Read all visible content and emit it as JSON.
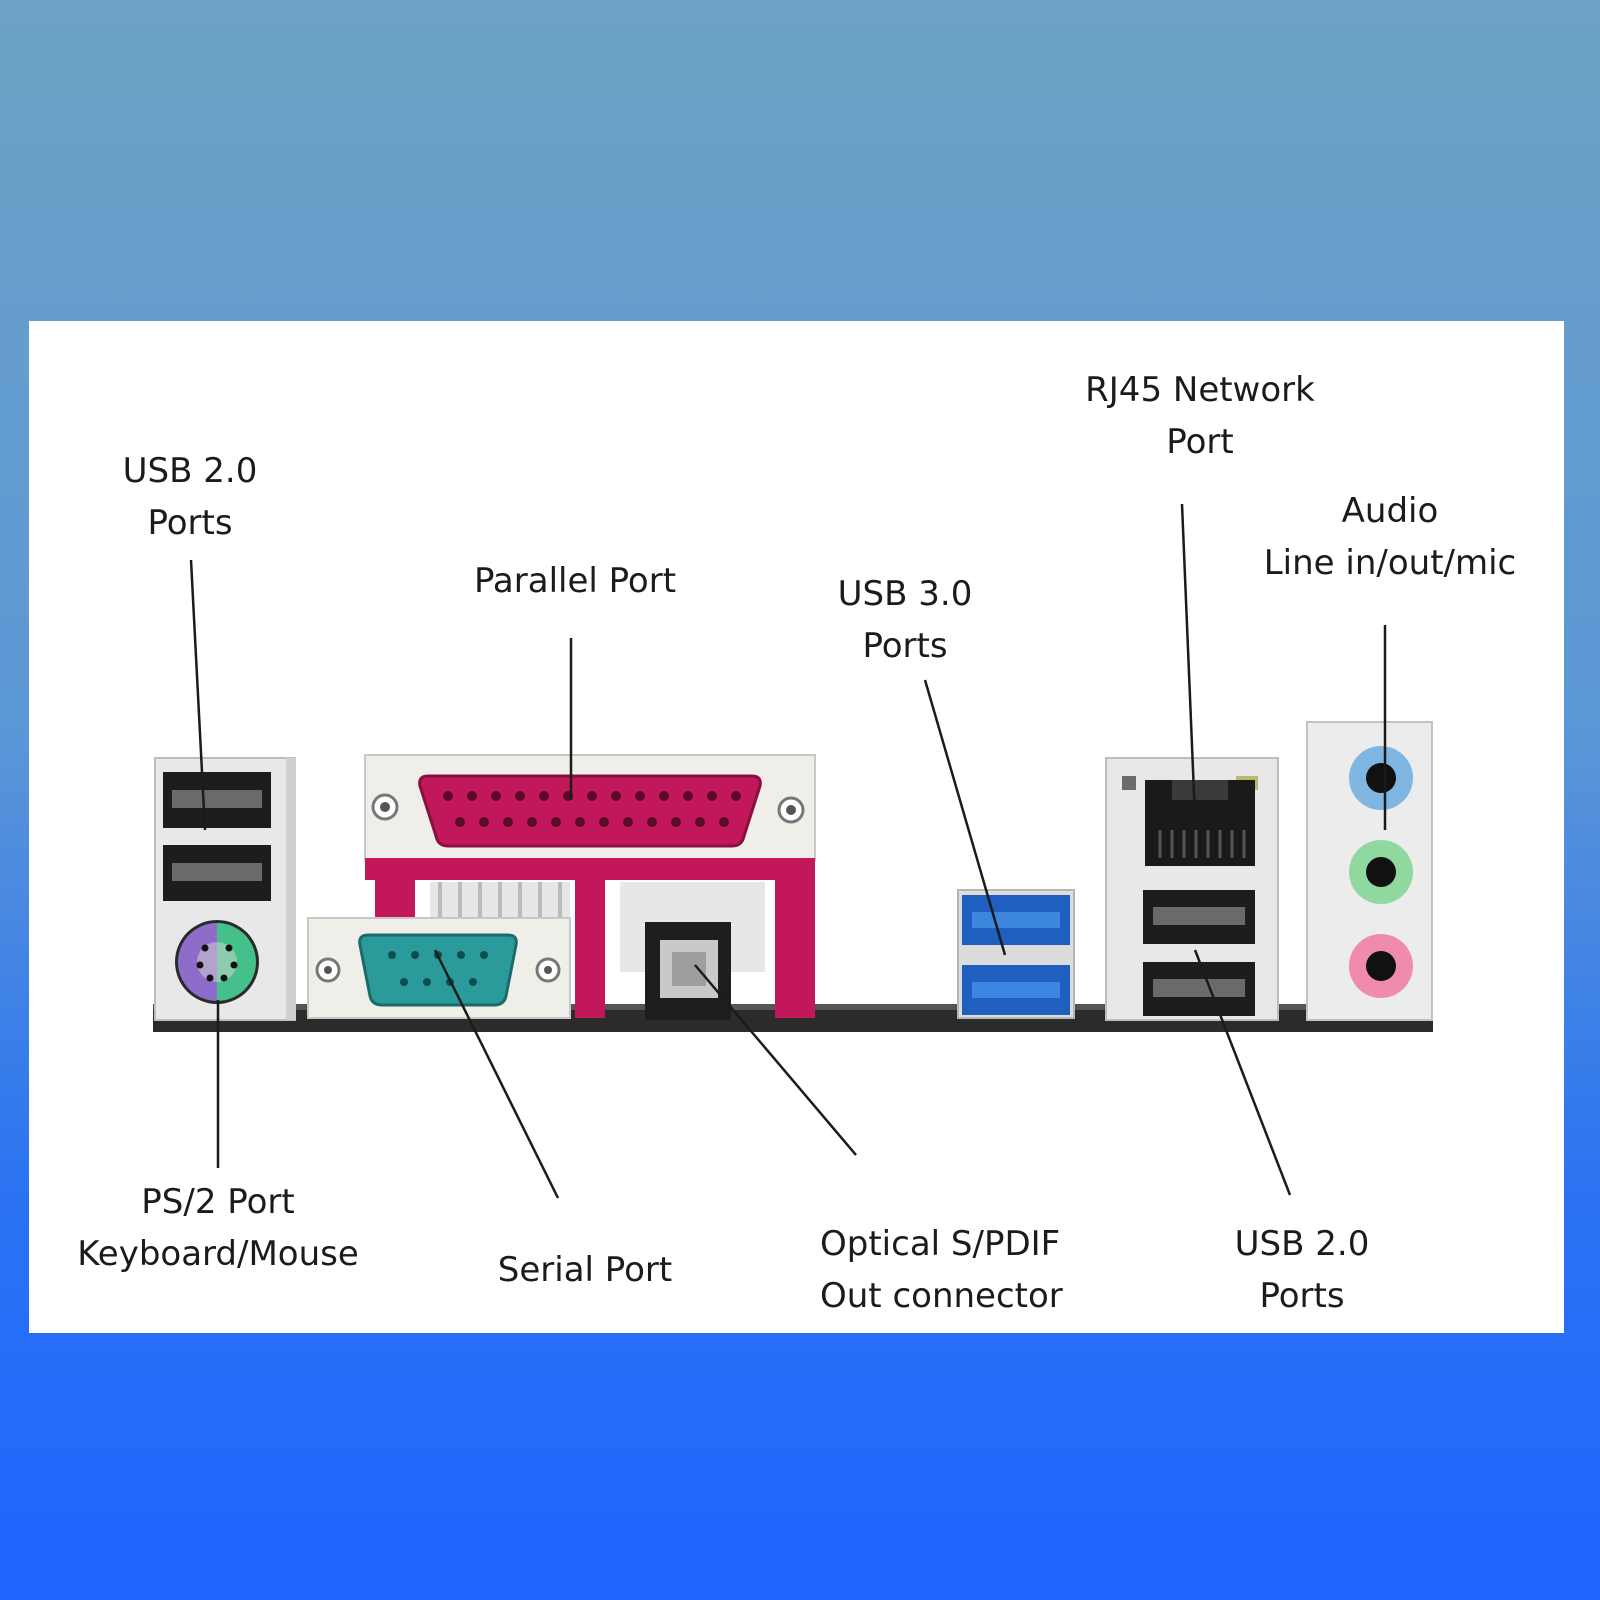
{
  "labels": {
    "usb20_left": [
      "USB 2.0",
      "Ports"
    ],
    "parallel": [
      "Parallel Port"
    ],
    "usb30": [
      "USB 3.0",
      "Ports"
    ],
    "rj45": [
      "RJ45 Network",
      "Port"
    ],
    "audio": [
      "Audio",
      "Line in/out/mic"
    ],
    "ps2": [
      "PS/2 Port",
      "Keyboard/Mouse"
    ],
    "serial": [
      "Serial Port"
    ],
    "spdif": [
      "Optical S/PDIF",
      "Out connector"
    ],
    "usb20_right": [
      "USB 2.0",
      "Ports"
    ]
  },
  "colors": {
    "parallel": "#c2185b",
    "serial": "#2a9a9a",
    "usb3": "#1f5fbf",
    "ps2_purple": "#8e6cc9",
    "ps2_green": "#45c08a",
    "audio_blue": "#7fb6e2",
    "audio_green": "#8fd9a0",
    "audio_pink": "#f08bb0"
  }
}
